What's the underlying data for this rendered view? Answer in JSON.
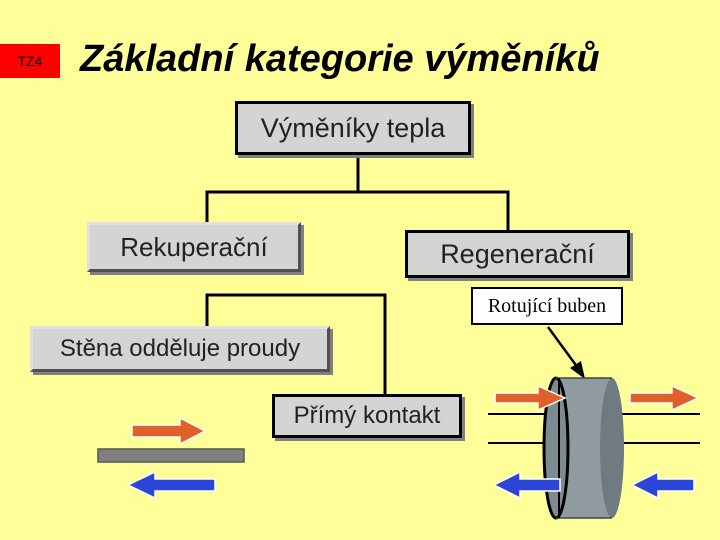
{
  "tag": "TZ4",
  "title": "Základní kategorie výměníků",
  "nodes": {
    "root": "Výměníky tepla",
    "recuperative": "Rekuperační",
    "regenerative": "Regenerační",
    "wall_separates": "Stěna odděluje proudy",
    "direct_contact": "Přímý kontakt"
  },
  "annotation": "Rotující buben",
  "colors": {
    "background": "#FFFF99",
    "tag": "#FF0000",
    "box": "#D4D4D4",
    "arrow_hot": "#E0602A",
    "arrow_cold": "#2B46D6",
    "drum": "#8F9BA0"
  },
  "icons": [
    "hot-flow-arrow",
    "cold-flow-arrow",
    "separating-wall",
    "rotating-drum"
  ]
}
